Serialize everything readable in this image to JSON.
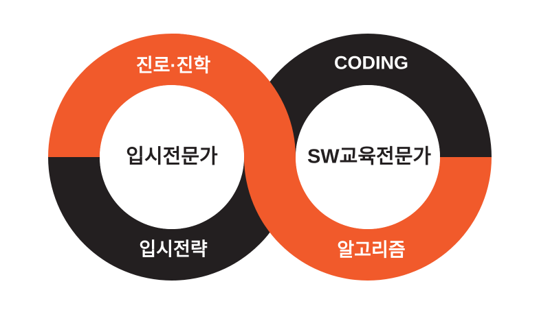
{
  "colors": {
    "orange": "#f15a2b",
    "black": "#231f20",
    "white": "#ffffff"
  },
  "left_ring": {
    "top_label": "진로·진학",
    "bottom_label": "입시전략",
    "center_label": "입시전문가"
  },
  "right_ring": {
    "top_label": "CODING",
    "bottom_label": "알고리즘",
    "center_label": "SW교육전문가"
  }
}
